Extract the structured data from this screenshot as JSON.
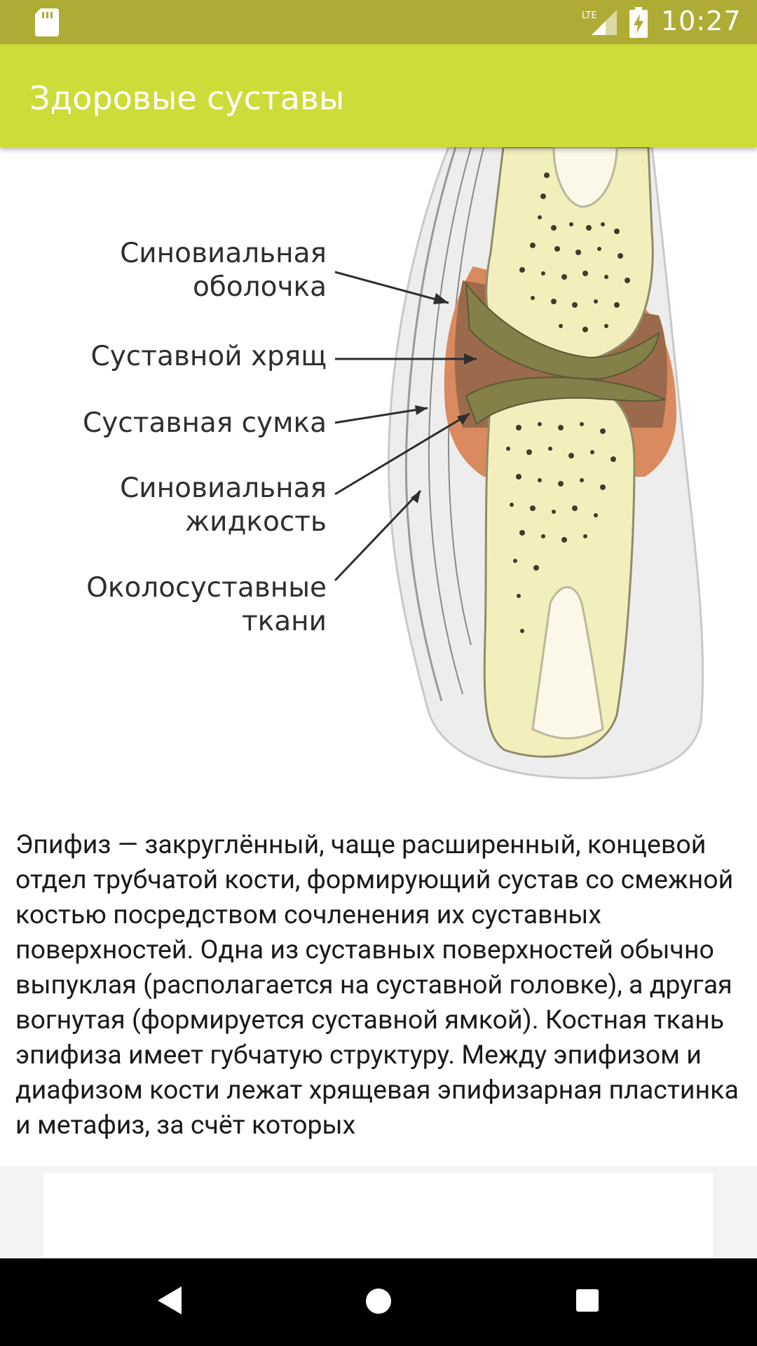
{
  "status_bar": {
    "time": "10:27",
    "network": "LTE",
    "icons": [
      "sd-card-icon",
      "lte-signal-icon",
      "battery-charging-icon"
    ],
    "background": "#afac35"
  },
  "app_bar": {
    "title": "Здоровые суставы",
    "background": "#cddc39"
  },
  "diagram": {
    "labels": [
      {
        "line1": "Синовиальная",
        "line2": "оболочка"
      },
      {
        "line1": "Суставной хрящ",
        "line2": ""
      },
      {
        "line1": "Суставная сумка",
        "line2": ""
      },
      {
        "line1": "Синовиальная",
        "line2": "жидкость"
      },
      {
        "line1": "Околосуставные",
        "line2": "ткани"
      }
    ]
  },
  "article": {
    "text": "Эпифиз — закруглённый, чаще расширенный, концевой отдел трубчатой кости, формирующий сустав со смежной костью посредством сочленения их суставных поверхностей. Одна из суставных поверхностей обычно выпуклая (располагается на суставной головке), а другая вогнутая (формируется суставной ямкой). Костная ткань эпифиза имеет губчатую структуру. Между эпифизом и диафизом кости лежат хрящевая эпифизарная пластинка и метафиз, за счёт которых"
  },
  "nav_bar": {
    "buttons": [
      "back-icon",
      "home-icon",
      "recents-icon"
    ]
  }
}
